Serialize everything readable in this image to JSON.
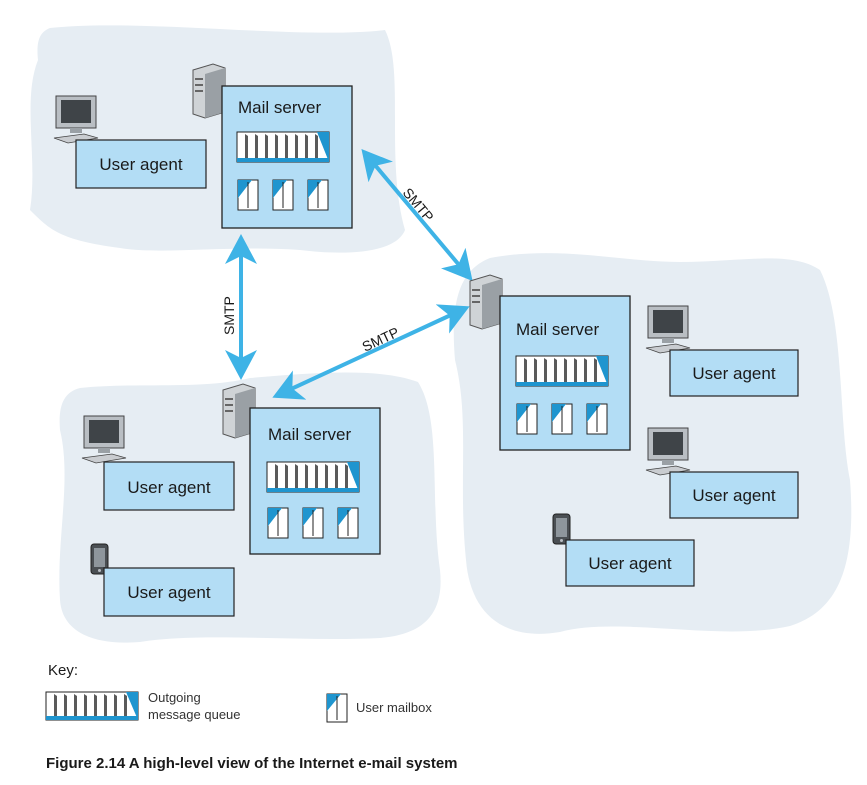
{
  "servers": [
    {
      "id": "top",
      "title": "Mail server"
    },
    {
      "id": "right",
      "title": "Mail server"
    },
    {
      "id": "bottom",
      "title": "Mail server"
    }
  ],
  "user_agents": {
    "top_left": "User agent",
    "right_1": "User agent",
    "right_2": "User agent",
    "right_3": "User agent",
    "bottom_1": "User agent",
    "bottom_2": "User agent"
  },
  "links": [
    {
      "label": "SMTP",
      "from": "top",
      "to": "right"
    },
    {
      "label": "SMTP",
      "from": "top",
      "to": "bottom"
    },
    {
      "label": "SMTP",
      "from": "right",
      "to": "bottom"
    }
  ],
  "key": {
    "title": "Key:",
    "queue_line1": "Outgoing",
    "queue_line2": "message queue",
    "mailbox": "User mailbox"
  },
  "caption": "Figure 2.14 A high-level view of the Internet e-mail system",
  "colors": {
    "cloud": "#e6edf3",
    "box_fill": "#b3ddf5",
    "box_stroke": "#222222",
    "arrow": "#3eb3e6",
    "queue_accent": "#1f95cf"
  }
}
